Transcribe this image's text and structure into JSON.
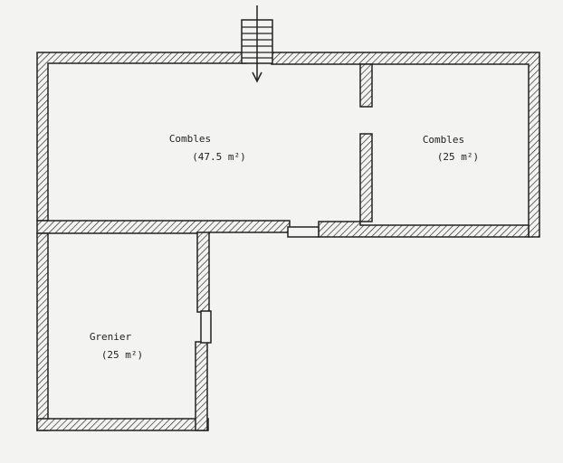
{
  "rooms": [
    {
      "id": "combles-main",
      "name": "Combles",
      "area": "(47.5 m²)"
    },
    {
      "id": "combles-small",
      "name": "Combles",
      "area": "(25 m²)"
    },
    {
      "id": "grenier",
      "name": "Grenier",
      "area": "(25 m²)"
    }
  ],
  "colors": {
    "ink": "#222222",
    "paper": "#f3f3f1"
  }
}
